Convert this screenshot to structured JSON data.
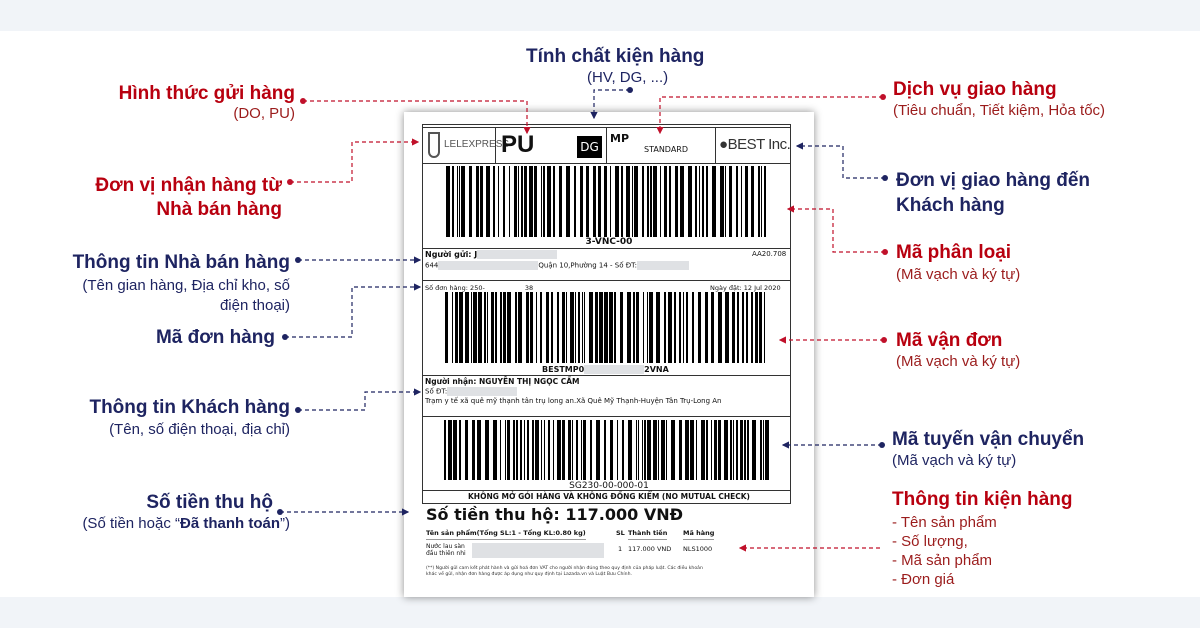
{
  "colors": {
    "accent_red": "#b8000f",
    "accent_navy": "#1e2461",
    "background_band": "#f1f4f8"
  },
  "annotations": {
    "shipping_method": {
      "title": "Hình thức gửi hàng",
      "subtitle": "(DO, PU)"
    },
    "package_property": {
      "title": "Tính chất kiện hàng",
      "subtitle": "(HV, DG, ...)"
    },
    "delivery_service": {
      "title": "Dịch vụ giao hàng",
      "subtitle": "(Tiêu chuẩn, Tiết kiệm, Hỏa tốc)"
    },
    "pickup_carrier": {
      "line1": "Đơn vị nhận hàng từ",
      "line2": "Nhà bán hàng"
    },
    "delivery_carrier": {
      "line1": "Đơn vị giao hàng đến",
      "line2": "Khách hàng"
    },
    "seller_info": {
      "title": "Thông tin Nhà bán hàng",
      "subtitle1": "(Tên gian hàng, Địa chỉ kho, số",
      "subtitle2": "điện thoại)"
    },
    "sort_code": {
      "title": "Mã phân loại",
      "subtitle": "(Mã vạch và ký tự)"
    },
    "order_code": {
      "title": "Mã đơn hàng"
    },
    "tracking_code": {
      "title": "Mã vận đơn",
      "subtitle": "(Mã vạch và ký tự)"
    },
    "customer_info": {
      "title": "Thông tin Khách hàng",
      "subtitle": "(Tên, số điện thoại, địa chỉ)"
    },
    "route_code": {
      "title": "Mã tuyến vận chuyển",
      "subtitle": "(Mã vạch và ký tự)"
    },
    "cod_amount": {
      "title": "Số tiền thu hộ",
      "subtitle_pre": "(Số tiền hoặc “",
      "subtitle_bold": "Đã thanh toán",
      "subtitle_post": "”)"
    },
    "package_info": {
      "title": "Thông tin kiện hàng",
      "items": [
        "- Tên sản phẩm",
        "- Số lượng,",
        "- Mã sản phẩm",
        "- Đơn giá"
      ]
    }
  },
  "label": {
    "logo_left": "LELEXPRESS",
    "method": "PU",
    "property": "DG",
    "mp": "MP",
    "service": "STANDARD",
    "logo_right": "BEST Inc.",
    "sort_code": "3-VNC-00",
    "sender_label": "Người gửi: J",
    "sender_code": "AA20.708",
    "sender_addr_pre": "644",
    "sender_addr": "Quận 10,Phường 14 - Số ĐT:",
    "order_label": "Số đơn hàng: 250-",
    "order_suffix": "38",
    "order_date": "Ngày đặt: 12 Jul 2020",
    "tracking_pre": "BESTMP0",
    "tracking_post": "2VNA",
    "recipient": "Người nhận: NGUYỄN THỊ NGỌC CẦM",
    "recipient_phone": "Số ĐT:",
    "recipient_addr": "Trạm y tế xã quê mỹ thạnh tân trụ long an.Xã Quê Mỹ Thạnh-Huyện Tân Trụ-Long An",
    "route_code": "SG230-00-000-01",
    "warning": "KHÔNG MỞ GÓI HÀNG VÀ KHÔNG ĐỒNG KIỂM (NO MUTUAL CHECK)",
    "cod": "Số tiền thu hộ: 117.000 VNĐ",
    "table": {
      "headers": [
        "Tên sản phẩm(Tổng SL:1 - Tổng KL:0.80 kg)",
        "SL",
        "Thành tiền",
        "Mã hàng"
      ],
      "row": {
        "name1": "Nước lau sàn",
        "name2": "đầu thiên nhi",
        "qty": "1",
        "total": "117.000 VND",
        "sku": "NLS1000"
      }
    },
    "footnote1": "(**) Người gửi cam kết phát hành và gửi hoá đơn VAT cho người nhận đúng theo quy định của pháp luật. Các điều khoản",
    "footnote2": "khác về gửi, nhận đơn hàng được áp dụng như quy định tại Lazada.vn và Luật Bưu Chính."
  }
}
